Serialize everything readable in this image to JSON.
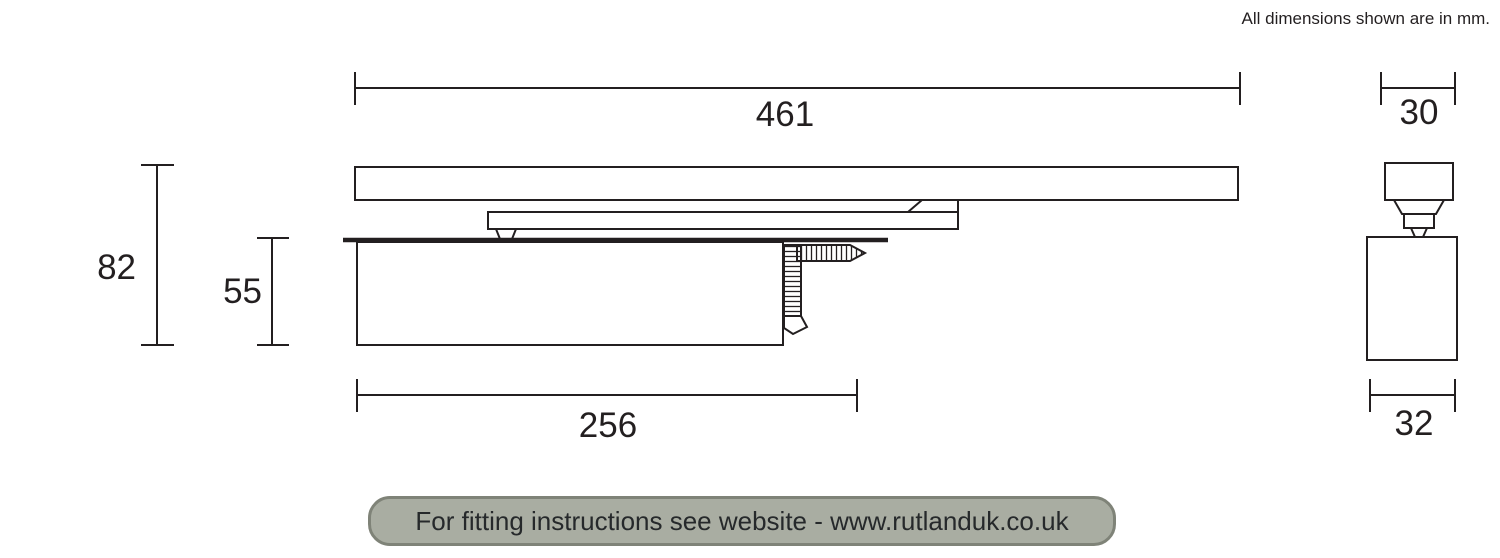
{
  "note": "All dimensions shown are in mm.",
  "banner": {
    "text": "For fitting instructions see website - www.rutlanduk.co.uk"
  },
  "dimensions": {
    "overall_length_mm": "461",
    "rail_width_mm": "30",
    "overall_height_mm": "82",
    "body_height_mm": "55",
    "body_length_mm": "256",
    "body_width_mm": "32"
  },
  "units": "mm",
  "colors": {
    "line": "#231f20",
    "banner_fill": "#a9ada2",
    "banner_border": "#7f8378",
    "banner_text": "#26292b"
  }
}
